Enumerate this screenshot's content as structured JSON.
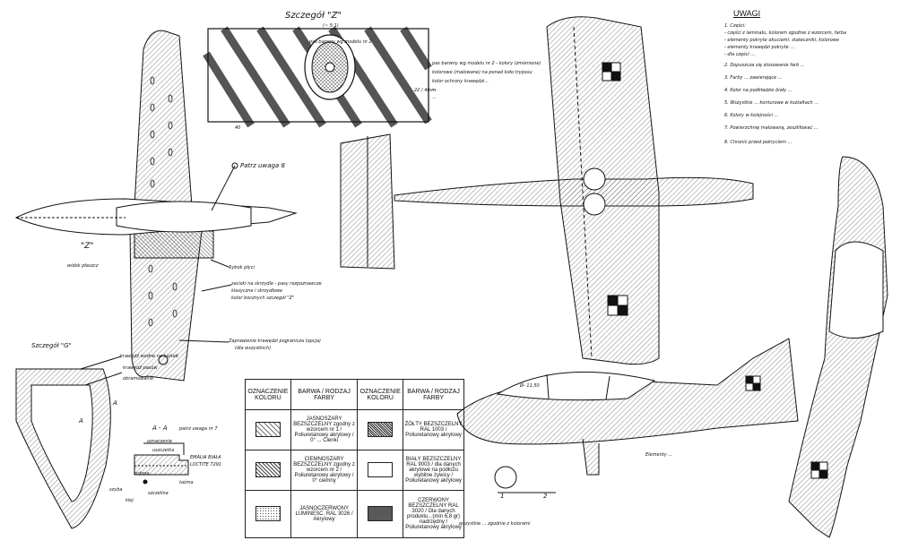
{
  "detail_z": {
    "title": "Szczegół \"Z\"",
    "scale": "(~ 5:1)"
  },
  "detail_z_notes": [
    "pas barwny wg modelu nr 2",
    "pas barwny wg modelu nr 2 - kolory (zmienione)",
    "kolorowe (malowane) na ponad koło tryposu",
    "kolor ochrony krawędzi...",
    "...",
    "..."
  ],
  "detail_z_dims": {
    "a": "22 / 4mm",
    "b": "40"
  },
  "wing_left": {
    "z_label": "\"Z\"",
    "z_caption": "widok płaszcz"
  },
  "callouts": {
    "patrz_uwaga": "Patrz uwaga 8",
    "pokrywa": "Rybok płyci",
    "strefa": "zaciski na skrzydle - pasy rozpoznawcze",
    "strefa2": "klasyczne i skrzydłowe",
    "strefa3": "kolor bocznych szczegół \"Z\"",
    "krawedz": "Zaprawienie krawędzi pogranicza (opcja)",
    "krawedz2": "(dla wszystkich)"
  },
  "detail_g": {
    "title": "Szczegół \"G\"",
    "labels": [
      "krawędź wodne na kształt",
      "krawędź pasów",
      "obramowanie",
      "A",
      "A"
    ]
  },
  "detail_aa": {
    "title": "A - A",
    "subtitle": "patrz uwaga nr 7",
    "labels": [
      "szyba",
      "klej",
      "oznaczenie",
      "taśma",
      "uszczelka",
      "EMALIA BIAŁA",
      "LOCTITE 7291",
      "osłona",
      "szczelina"
    ]
  },
  "legend": {
    "head_code": "OZNACZENIE KOLORU",
    "head_color": "BARWA / RODZAJ FARBY",
    "rows": [
      {
        "left": "JASNOSZARY BEZSZCZELNY zgodny z wzorcem nr 1 / Poliuretanowy akrylowy / 0° ... Cienki",
        "right": "ŻÓŁTY BEZSZCZELNY RAL 1003 / Poliuretanowy akrylowy"
      },
      {
        "left": "CIEMNOSZARY BEZSZCZELNY zgodny z wzorcem nr 2 / Poliuretanowy akrylowy / 0° ciemny",
        "right": "BIAŁY BEZSZCZELNY RAL 9003 / dla danych akrylowe na podłożu wybitne żywicy / Poliuretanowy akrylowy"
      },
      {
        "left": "JASNOCZERWONY LUMINESC. RAL 3026 / Akrylowy",
        "right": "CZERWONY BEZSZCZELNY RAL 3020 / Dla danych produktu...(min 6,8 gr) nadrzędny / Poliuretanowy akrylowy"
      }
    ]
  },
  "uwagi": {
    "title": "UWAGI",
    "items": [
      "1. Części:",
      "   - części z laminatu, kolorem zgodnie z wzorcem, farba",
      "   - elementy pokryte okuciami: stateczniki, kolorowe",
      "   - elementy krawędzi pokryte ... ",
      "   - dla części ...",
      "2. Dopuszcza się stosowanie farb ...",
      "3. Farby ... zawierające ...",
      "4. Kolor na podkładzie biały ...",
      "5. Wszystkie ... konturowe w kształtach ...",
      "6. Kolory w kolejności ...",
      "7. Powierzchnię malowaną, zeszlifować ...",
      "8. Chronić przed pokryciem ..."
    ]
  },
  "views": {
    "side_num1": "1",
    "side_num2": "2",
    "side_dim": "Ø- 11,50",
    "side_note": "Elementy ...",
    "bottom_note": "wszystkie ... zgodnie z kolorami"
  },
  "colors": {
    "ink": "#111111",
    "paper": "#ffffff",
    "hatch": "#555555"
  }
}
